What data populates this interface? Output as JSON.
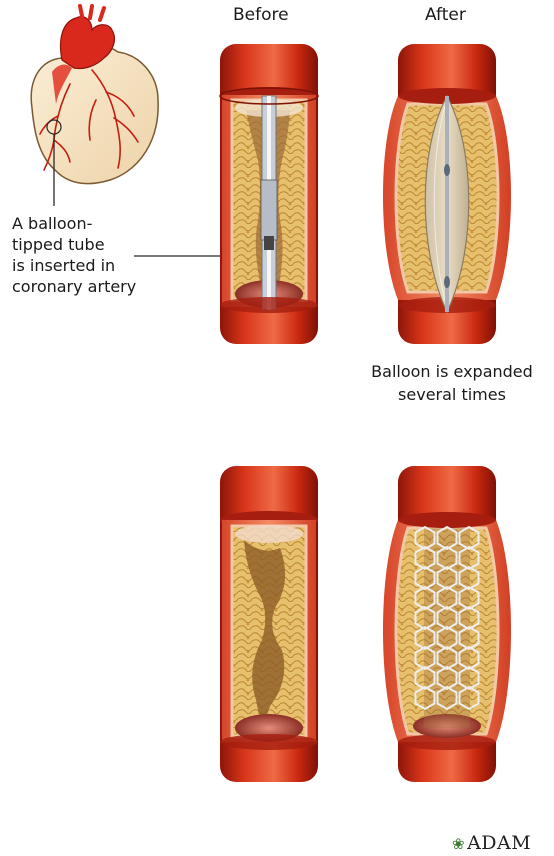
{
  "labels": {
    "before": "Before",
    "after": "After",
    "tube_line1": "A balloon-",
    "tube_line2": "tipped tube",
    "tube_line3": "is inserted in",
    "tube_line4": "coronary artery",
    "balloon_line1": "Balloon is expanded",
    "balloon_line2": "several times"
  },
  "logo": {
    "text": "ADAM",
    "icon": "leaf-icon"
  },
  "colors": {
    "artery_dark": "#b51e0e",
    "artery_light": "#e8522f",
    "plaque": "#e6bd6a",
    "plaque_dark": "#8a5a22",
    "heart_fill": "#f5e0bf",
    "balloon": "#d9cbb0",
    "stent": "#e6e6e6"
  }
}
